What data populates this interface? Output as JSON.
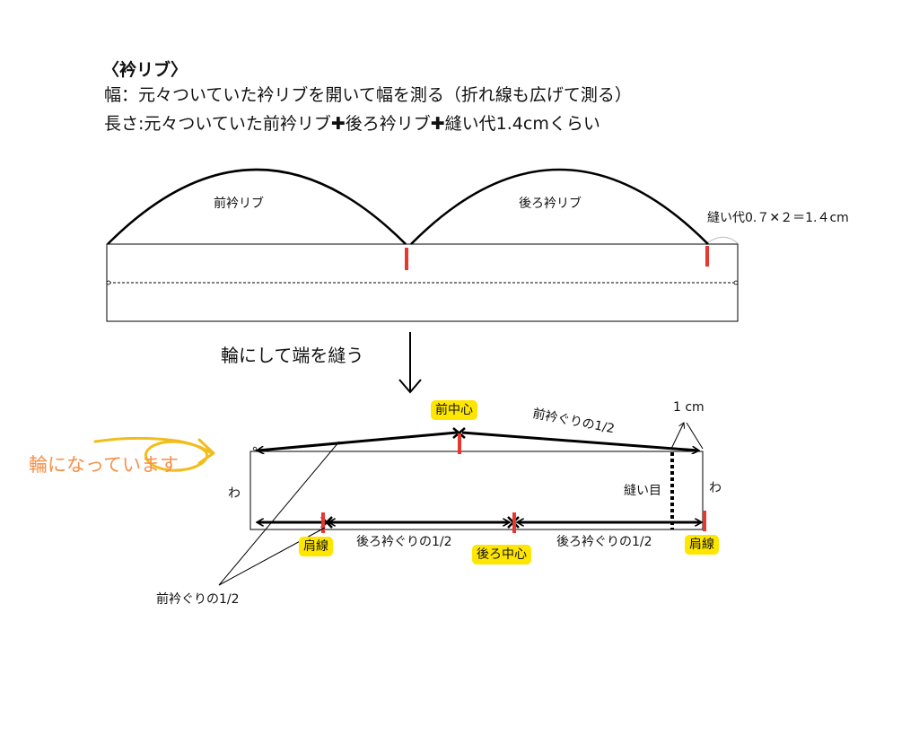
{
  "header": {
    "title": "〈衿リブ〉",
    "width_line": "幅：元々ついていた衿リブを開いて幅を測る（折れ線も広げて測る）",
    "length_line": "長さ:元々ついていた前衿リブ✚後ろ衿リブ✚縫い代1.4cmくらい"
  },
  "top_diagram": {
    "front_rib": "前衿リブ",
    "back_rib": "後ろ衿リブ",
    "seam_allowance": "縫い代0.７✕２＝1.４cm"
  },
  "step": {
    "instruction": "輪にして端を縫う"
  },
  "bottom_diagram": {
    "front_center": "前中心",
    "front_neckline_half": "前衿ぐりの1/2",
    "one_cm": "1 cm",
    "seam_line": "縫い目",
    "fold_left": "わ",
    "fold_right": "わ",
    "shoulder_left": "肩線",
    "back_neckline_half_left": "後ろ衿ぐりの1/2",
    "back_center": "後ろ中心",
    "back_neckline_half_right": "後ろ衿ぐりの1/2",
    "shoulder_right": "肩線",
    "front_neckline_half_bottom": "前衿ぐりの1/2",
    "loop_note": "輪になっています"
  },
  "colors": {
    "marker_red": "#e8372f",
    "highlight_yellow": "#ffe600",
    "note_orange": "#f6904a",
    "arrow_gold": "#f2bd1c"
  }
}
